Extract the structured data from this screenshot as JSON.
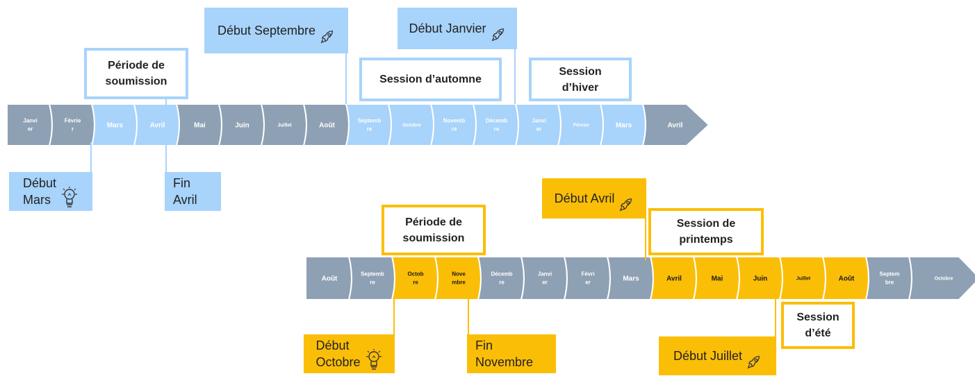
{
  "colors": {
    "neutral": "#8ea0b3",
    "blue": "#a8d3fb",
    "gold": "#fbbe07"
  },
  "timeline_top": {
    "segments": [
      {
        "label": "Janvi\ner",
        "color": "neutral"
      },
      {
        "label": "Févrie\nr",
        "color": "neutral"
      },
      {
        "label": "Mars",
        "color": "blue"
      },
      {
        "label": "Avril",
        "color": "blue"
      },
      {
        "label": "Mai",
        "color": "neutral"
      },
      {
        "label": "Juin",
        "color": "neutral"
      },
      {
        "label": "Juillet",
        "color": "neutral"
      },
      {
        "label": "Août",
        "color": "neutral"
      },
      {
        "label": "Septemb\nre",
        "color": "blue"
      },
      {
        "label": "Octobre",
        "color": "blue"
      },
      {
        "label": "Novemb\nre",
        "color": "blue"
      },
      {
        "label": "Décemb\nre",
        "color": "blue"
      },
      {
        "label": "Janvi\ner",
        "color": "blue"
      },
      {
        "label": "Février",
        "color": "blue"
      },
      {
        "label": "Mars",
        "color": "blue"
      },
      {
        "label": "Avril",
        "color": "neutral"
      }
    ]
  },
  "timeline_bottom": {
    "segments": [
      {
        "label": "Août",
        "color": "neutral"
      },
      {
        "label": "Septemb\nre",
        "color": "neutral"
      },
      {
        "label": "Octob\nre",
        "color": "gold"
      },
      {
        "label": "Nove\nmbre",
        "color": "gold"
      },
      {
        "label": "Décemb\nre",
        "color": "neutral"
      },
      {
        "label": "Janvi\ner",
        "color": "neutral"
      },
      {
        "label": "Févri\ner",
        "color": "neutral"
      },
      {
        "label": "Mars",
        "color": "neutral"
      },
      {
        "label": "Avril",
        "color": "gold"
      },
      {
        "label": "Mai",
        "color": "gold"
      },
      {
        "label": "Juin",
        "color": "gold"
      },
      {
        "label": "Juillet",
        "color": "gold"
      },
      {
        "label": "Août",
        "color": "gold"
      },
      {
        "label": "Septem\nbre",
        "color": "neutral"
      },
      {
        "label": "Octobre",
        "color": "neutral"
      }
    ]
  },
  "top_labels": {
    "periode": "Période de\nsoumission",
    "debut_septembre": "Début Septembre",
    "session_automne": "Session d’automne",
    "debut_janvier": "Début Janvier",
    "session_hiver": "Session\nd’hiver",
    "debut_mars": "Début\nMars",
    "fin_avril": "Fin\nAvril"
  },
  "bottom_labels": {
    "periode": "Période de\nsoumission",
    "debut_avril": "Début Avril",
    "session_printemps": "Session de\nprintemps",
    "session_ete": "Session\nd’été",
    "debut_octobre": "Début\nOctobre",
    "fin_novembre": "Fin\nNovembre",
    "debut_juillet": "Début Juillet"
  },
  "icons": {
    "launch": "rocket-icon",
    "idea": "lightbulb-icon"
  }
}
